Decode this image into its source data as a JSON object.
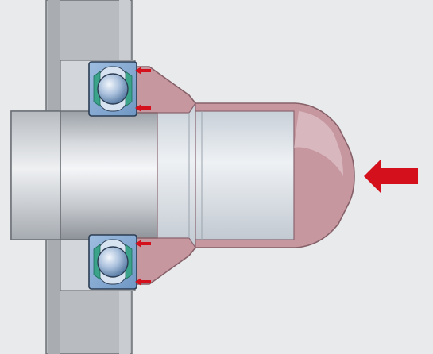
{
  "diagram": {
    "subject": "bearing-mounting-with-sleeve-tool",
    "components": [
      "housing-wall",
      "shaft",
      "shaft-shoulder",
      "upper-bearing",
      "lower-bearing",
      "mounting-sleeve",
      "applied-force-arrow",
      "contact-force-arrows"
    ],
    "colors": {
      "background": "#e9eaec",
      "housing": "#b9bcc0",
      "housing_edge": "#6f7378",
      "shaft_light": "#f4f5f7",
      "shaft_dark": "#8f949a",
      "bearing_ring": "#7fa6cf",
      "bearing_ring_edge": "#2d3f57",
      "ball_light": "#e8f0fa",
      "ball_dark": "#5b7fa8",
      "seal": "#3aa38a",
      "sleeve_fill": "#c99aa4",
      "sleeve_light": "#e7d6da",
      "sleeve_edge": "#8a6570",
      "force_arrow": "#d4101c"
    }
  }
}
